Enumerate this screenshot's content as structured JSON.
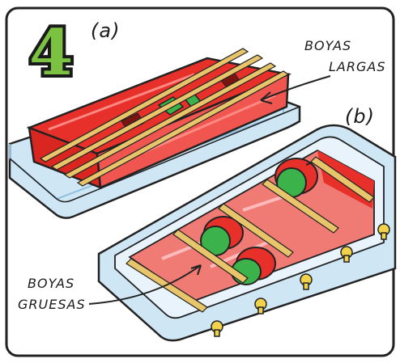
{
  "step_number": "4",
  "panel_a_label": "(a)",
  "panel_b_label": "(b)",
  "callout_top": {
    "line1": "BOYAS",
    "line2": "LARGAS"
  },
  "callout_bottom": {
    "line1": "BOYAS",
    "line2": "GRUESAS"
  },
  "colors": {
    "foam_red": "#e8302a",
    "foam_pink": "#f07a74",
    "tray_blue": "#cfe6f5",
    "tray_edge": "#8fbfe0",
    "stick": "#e8c56a",
    "green_bead": "#3bb34a",
    "peg": "#f2d24a",
    "number_green": "#7cc242"
  }
}
